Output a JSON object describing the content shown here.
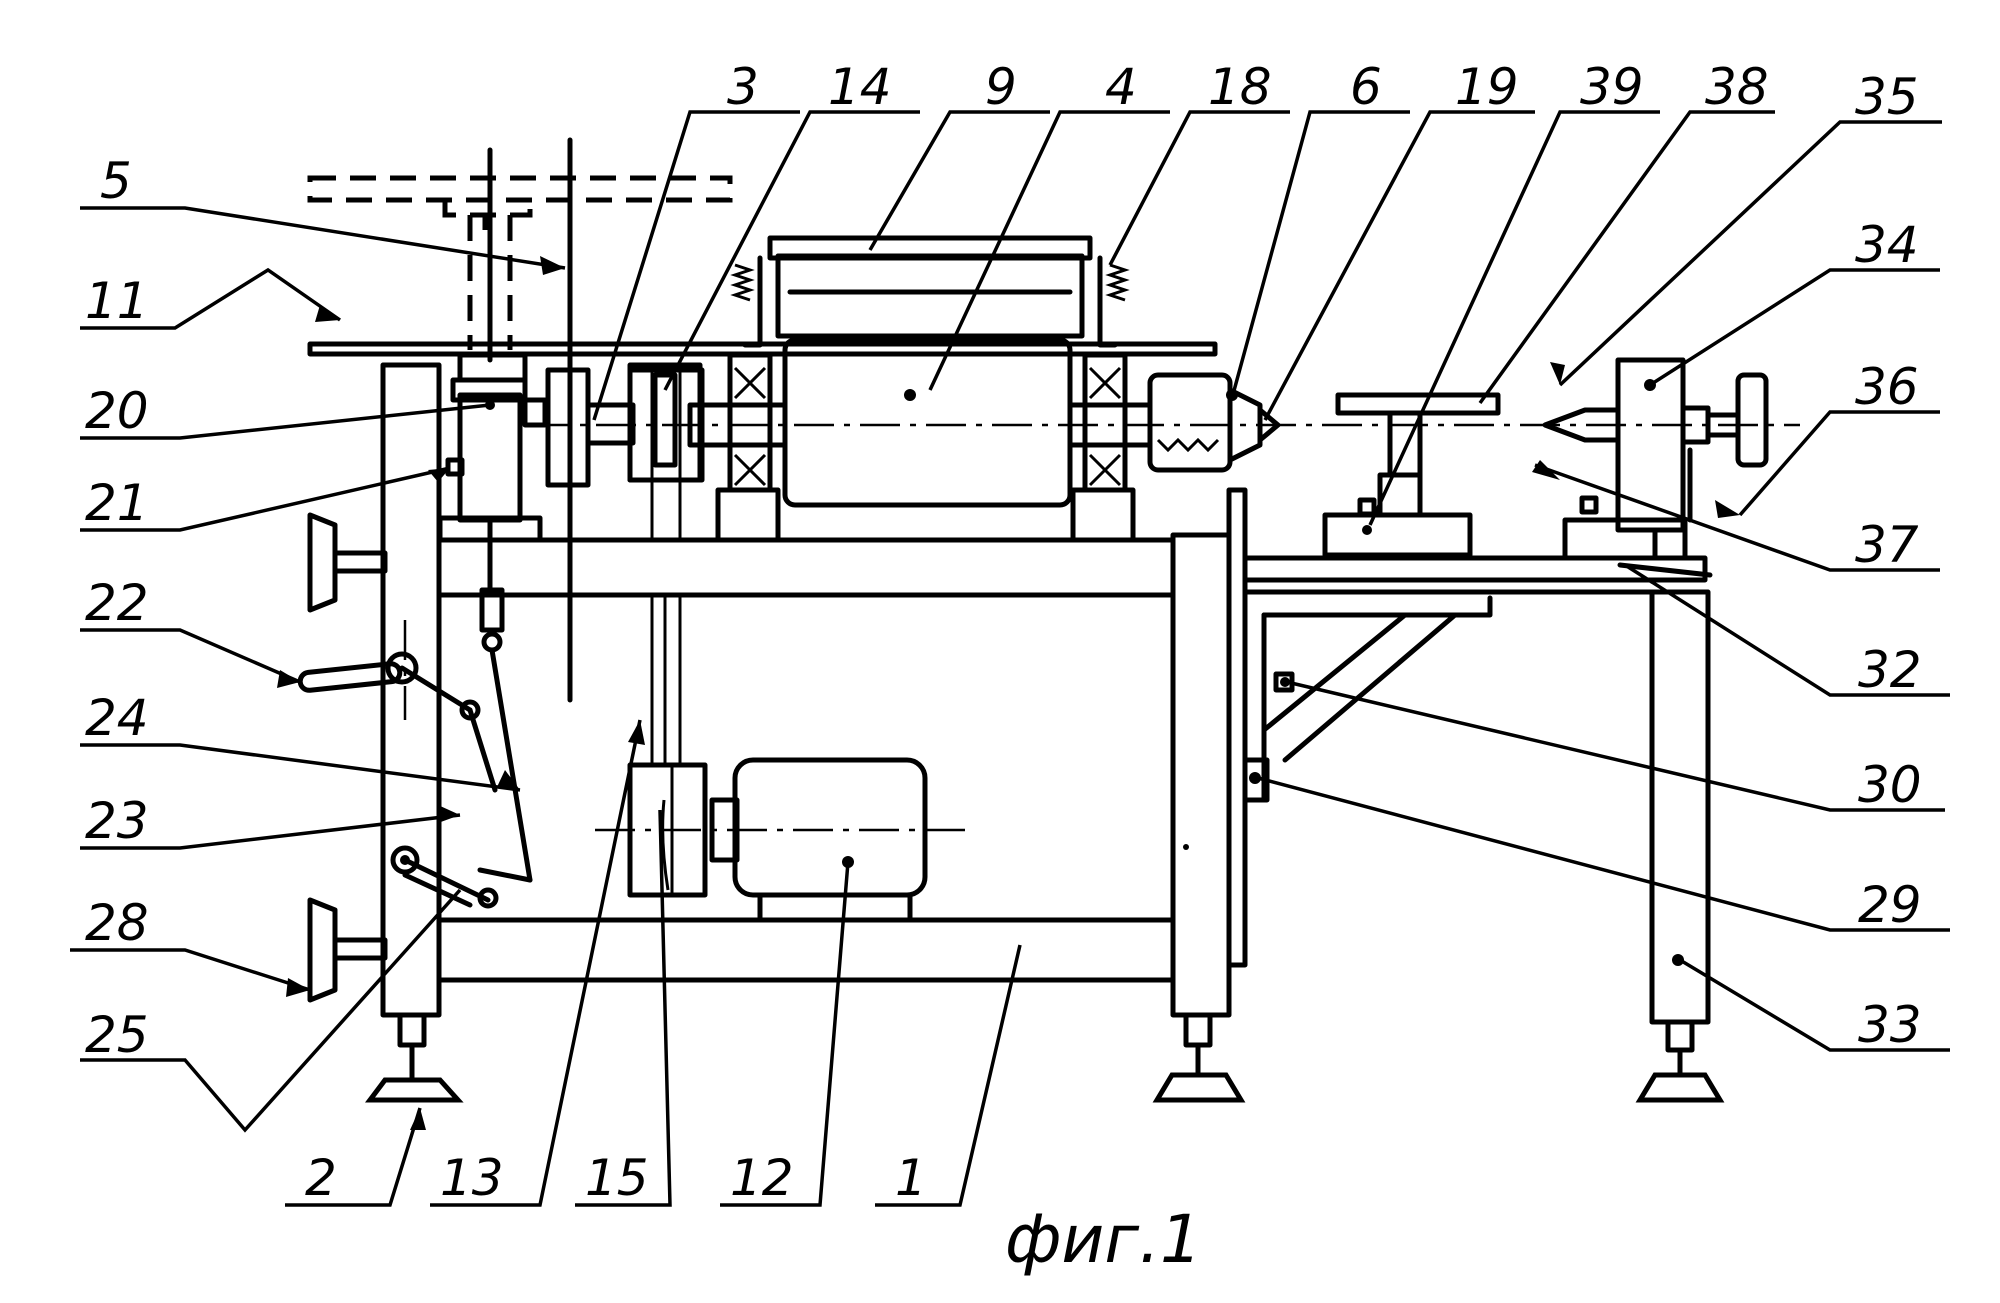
{
  "figure": {
    "caption": "фиг.1"
  },
  "callouts": [
    {
      "id": "c3",
      "text": "3"
    },
    {
      "id": "c14",
      "text": "14"
    },
    {
      "id": "c9",
      "text": "9"
    },
    {
      "id": "c4",
      "text": "4"
    },
    {
      "id": "c18",
      "text": "18"
    },
    {
      "id": "c6",
      "text": "6"
    },
    {
      "id": "c19",
      "text": "19"
    },
    {
      "id": "c39",
      "text": "39"
    },
    {
      "id": "c38",
      "text": "38"
    },
    {
      "id": "c35",
      "text": "35"
    },
    {
      "id": "c34",
      "text": "34"
    },
    {
      "id": "c36",
      "text": "36"
    },
    {
      "id": "c37",
      "text": "37"
    },
    {
      "id": "c32",
      "text": "32"
    },
    {
      "id": "c30",
      "text": "30"
    },
    {
      "id": "c29",
      "text": "29"
    },
    {
      "id": "c33",
      "text": "33"
    },
    {
      "id": "c5",
      "text": "5"
    },
    {
      "id": "c11",
      "text": "11"
    },
    {
      "id": "c20",
      "text": "20"
    },
    {
      "id": "c21",
      "text": "21"
    },
    {
      "id": "c22",
      "text": "22"
    },
    {
      "id": "c24",
      "text": "24"
    },
    {
      "id": "c23",
      "text": "23"
    },
    {
      "id": "c28",
      "text": "28"
    },
    {
      "id": "c25",
      "text": "25"
    },
    {
      "id": "c2",
      "text": "2"
    },
    {
      "id": "c13",
      "text": "13"
    },
    {
      "id": "c15",
      "text": "15"
    },
    {
      "id": "c12",
      "text": "12"
    },
    {
      "id": "c1",
      "text": "1"
    }
  ]
}
